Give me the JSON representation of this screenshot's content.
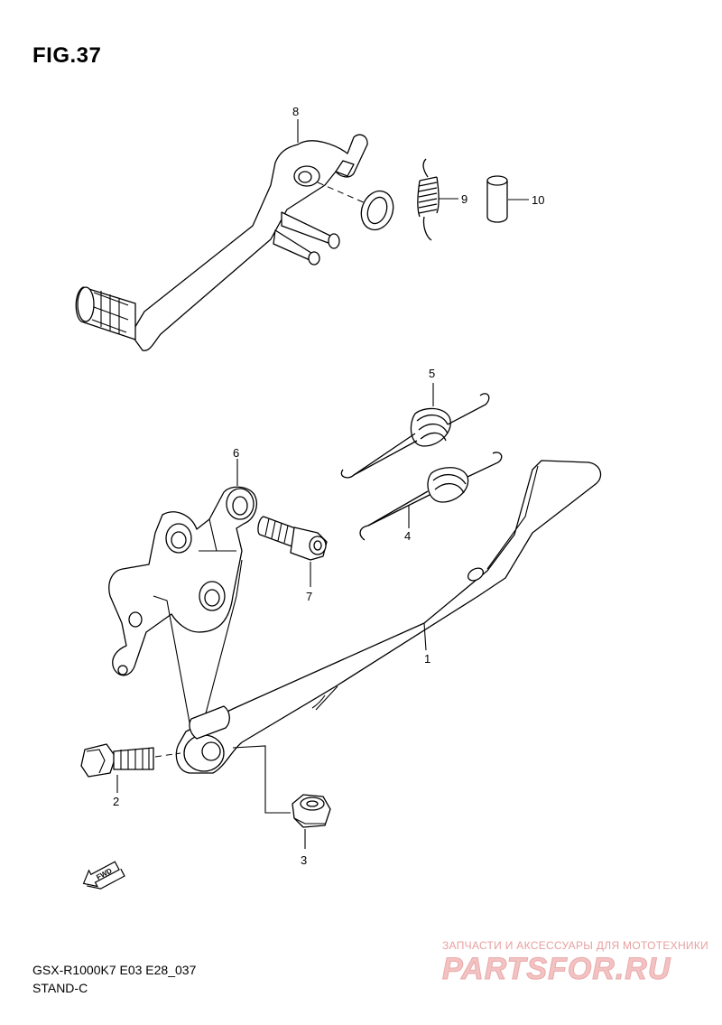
{
  "figure": {
    "title": "FIG.37",
    "model_code": "GSX-R1000K7 E03 E28_037",
    "section_name": "STAND-C"
  },
  "callouts": [
    {
      "id": "1",
      "label": "1"
    },
    {
      "id": "2",
      "label": "2"
    },
    {
      "id": "3",
      "label": "3"
    },
    {
      "id": "4",
      "label": "4"
    },
    {
      "id": "5",
      "label": "5"
    },
    {
      "id": "6",
      "label": "6"
    },
    {
      "id": "7",
      "label": "7"
    },
    {
      "id": "8",
      "label": "8"
    },
    {
      "id": "9",
      "label": "9"
    },
    {
      "id": "10",
      "label": "10"
    }
  ],
  "direction_marker": {
    "label": "FWD",
    "icon": "forward-arrow-icon"
  },
  "watermark": {
    "tagline": "ЗАПЧАСТИ И АКСЕССУАРЫ ДЛЯ МОТОТЕХНИКИ",
    "logo_text": "PARTSFOR.RU",
    "color": "#f3c2c2"
  }
}
